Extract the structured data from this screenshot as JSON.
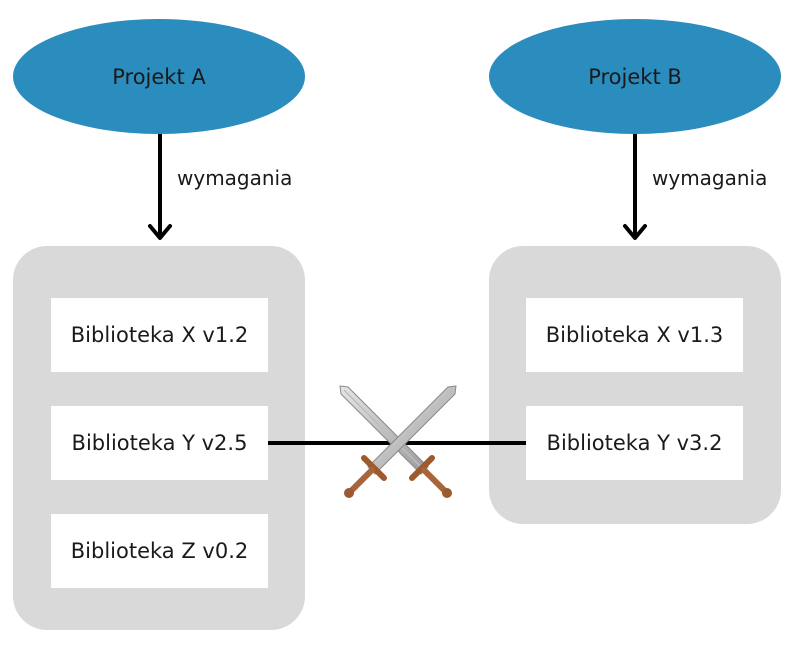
{
  "colors": {
    "project_fill": "#2b8cbe",
    "group_fill": "#d9d9d9",
    "box_fill": "#ffffff",
    "line": "#000000"
  },
  "projects": {
    "a": {
      "label": "Projekt A"
    },
    "b": {
      "label": "Projekt B"
    }
  },
  "edges": {
    "a": {
      "label": "wymagania"
    },
    "b": {
      "label": "wymagania"
    }
  },
  "groups": {
    "a": {
      "libraries": [
        {
          "label": "Biblioteka X v1.2"
        },
        {
          "label": "Biblioteka Y v2.5"
        },
        {
          "label": "Biblioteka Z v0.2"
        }
      ]
    },
    "b": {
      "libraries": [
        {
          "label": "Biblioteka X v1.3"
        },
        {
          "label": "Biblioteka Y v3.2"
        }
      ]
    }
  },
  "conflict": {
    "icon": "crossed-swords-icon"
  }
}
